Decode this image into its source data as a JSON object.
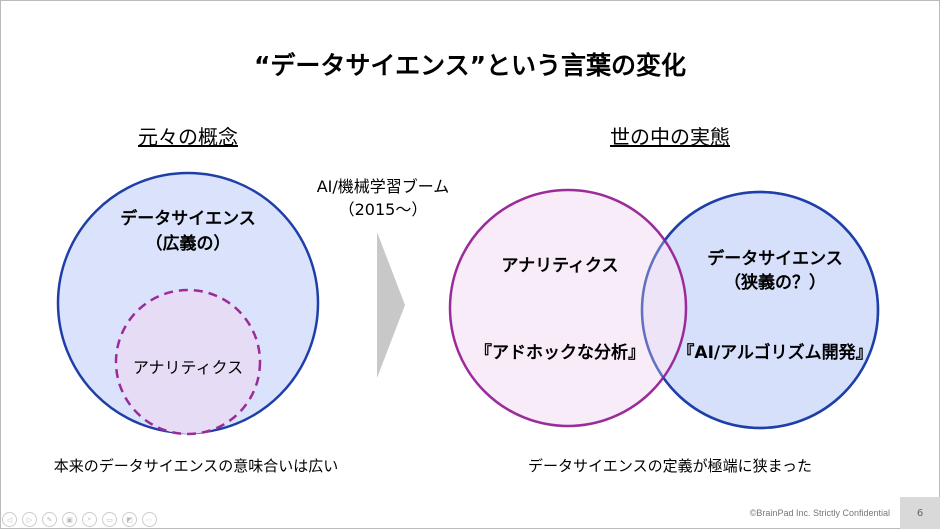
{
  "title": "“データサイエンス”という言葉の変化",
  "left": {
    "heading": "元々の概念",
    "outer_line1": "データサイエンス",
    "outer_line2": "（広義の）",
    "inner": "アナリティクス",
    "caption": "本来のデータサイエンスの意味合いは広い"
  },
  "transition": {
    "line1": "AI/機械学習ブーム",
    "line2": "（2015～）"
  },
  "right": {
    "heading": "世の中の実態",
    "analytics": "アナリティクス",
    "analytics_sub": "『アドホックな分析』",
    "ds_line1": "データサイエンス",
    "ds_line2": "（狭義の？）",
    "ds_sub": "『AI/アルゴリズム開発』",
    "caption": "データサイエンスの定義が極端に狭まった"
  },
  "footer": {
    "copyright": "©BrainPad Inc. Strictly Confidential",
    "page": "6"
  },
  "controls": [
    {
      "icon": "prev-icon",
      "glyph": "◁"
    },
    {
      "icon": "next-icon",
      "glyph": "▷"
    },
    {
      "icon": "pen-icon",
      "glyph": "✎"
    },
    {
      "icon": "slides-icon",
      "glyph": "▣"
    },
    {
      "icon": "zoom-icon",
      "glyph": "⌕"
    },
    {
      "icon": "subtitle-icon",
      "glyph": "▭"
    },
    {
      "icon": "camera-icon",
      "glyph": "◩"
    },
    {
      "icon": "more-icon",
      "glyph": "⋯"
    }
  ],
  "colors": {
    "blue_stroke": "#1f3fa8",
    "blue_fill": "#dae3fb",
    "purple_stroke": "#9b2b9b",
    "purple_fill": "#f5e6f5"
  }
}
